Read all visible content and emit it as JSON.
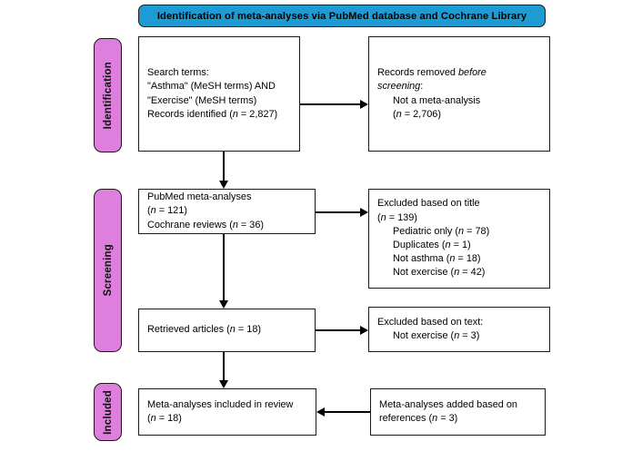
{
  "banner": {
    "title": "Identification of meta-analyses via PubMed database and Cochrane Library",
    "bg_color": "#1F9BD4",
    "border_color": "#1a1a1a"
  },
  "phases": {
    "color": "#DE7FDE",
    "items": [
      {
        "label": "Identification"
      },
      {
        "label": "Screening"
      },
      {
        "label": "Included"
      }
    ]
  },
  "boxes": {
    "search": {
      "line1": "Search terms:",
      "line2": "\"Asthma\" (MeSH terms) AND",
      "line3": "\"Exercise\" (MeSH terms)",
      "line4_pre": "Records identified (",
      "line4_n": "n",
      "line4_post": " = 2,827)"
    },
    "removed": {
      "line1_pre": "Records removed ",
      "line1_em": "before",
      "line2_em": "screening",
      "line2_post": ":",
      "line3": "Not a meta-analysis",
      "line4_pre": "(",
      "line4_n": "n",
      "line4_post": " = 2,706)"
    },
    "pubmed": {
      "line1": "PubMed meta-analyses",
      "line2_pre": "(",
      "line2_n": "n",
      "line2_post": " = 121)",
      "line3_pre": "Cochrane reviews (",
      "line3_n": "n",
      "line3_post": " = 36)"
    },
    "excluded_title": {
      "line1": "Excluded based on title",
      "line2_pre": "(",
      "line2_n": "n",
      "line2_post": " = 139)",
      "reasons": [
        {
          "pre": "Pediatric only (",
          "n": "n",
          "post": " = 78)"
        },
        {
          "pre": "Duplicates (",
          "n": "n",
          "post": " = 1)"
        },
        {
          "pre": "Not asthma (",
          "n": "n",
          "post": " = 18)"
        },
        {
          "pre": "Not exercise (",
          "n": "n",
          "post": " = 42)"
        }
      ]
    },
    "retrieved": {
      "line1_pre": "Retrieved articles (",
      "line1_n": "n",
      "line1_post": " = 18)"
    },
    "excluded_text": {
      "line1": "Excluded based on text:",
      "line2_pre": "Not exercise (",
      "line2_n": "n",
      "line2_post": " = 3)"
    },
    "included": {
      "line1": "Meta-analyses included in review",
      "line2_pre": "(",
      "line2_n": "n",
      "line2_post": " = 18)"
    },
    "added": {
      "line1": "Meta-analyses added based on",
      "line2_pre": "references (",
      "line2_n": "n",
      "line2_post": " = 3)"
    }
  }
}
